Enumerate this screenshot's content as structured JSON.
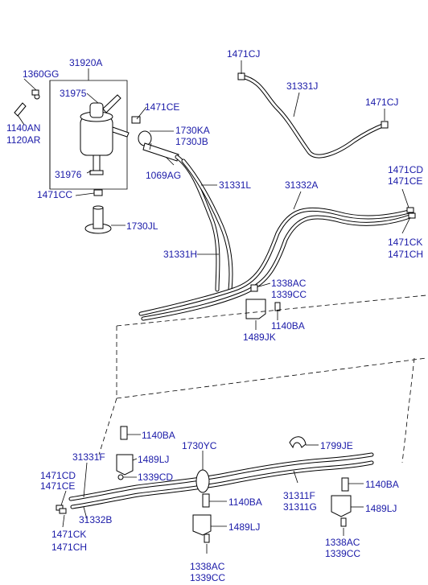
{
  "labels": {
    "p31920A": "31920A",
    "p1360GG": "1360GG",
    "p31975": "31975",
    "p1471CE_top": "1471CE",
    "p1730KA": "1730KA",
    "p1730JB": "1730JB",
    "p1140AN": "1140AN",
    "p1120AR": "1120AR",
    "p31976": "31976",
    "p1069AG": "1069AG",
    "p31331L": "31331L",
    "p1471CC": "1471CC",
    "p1730JL": "1730JL",
    "p1471CJ_a": "1471CJ",
    "p31331J": "31331J",
    "p1471CJ_b": "1471CJ",
    "p1471CD_r": "1471CD",
    "p1471CE_r": "1471CE",
    "p31332A": "31332A",
    "p1471CK_r": "1471CK",
    "p1471CH_r": "1471CH",
    "p31331H": "31331H",
    "p1338AC_m": "1338AC",
    "p1339CC_m": "1339CC",
    "p1140BA_m": "1140BA",
    "p1489JK": "1489JK",
    "p1140BA_l": "1140BA",
    "p1730YC": "1730YC",
    "p1799JE": "1799JE",
    "p31331F": "31331F",
    "p1489LJ_l": "1489LJ",
    "p1339CD": "1339CD",
    "p1471CD_l": "1471CD",
    "p1471CE_l": "1471CE",
    "p31332B": "31332B",
    "p1140BA_c": "1140BA",
    "p31311F": "31311F",
    "p31311G": "31311G",
    "p1140BA_r": "1140BA",
    "p1489LJ_r": "1489LJ",
    "p1489LJ_c": "1489LJ",
    "p1471CK_l": "1471CK",
    "p1471CH_l": "1471CH",
    "p1338AC_r": "1338AC",
    "p1339CC_r": "1339CC",
    "p1338AC_c": "1338AC",
    "p1339CC_c": "1339CC"
  }
}
